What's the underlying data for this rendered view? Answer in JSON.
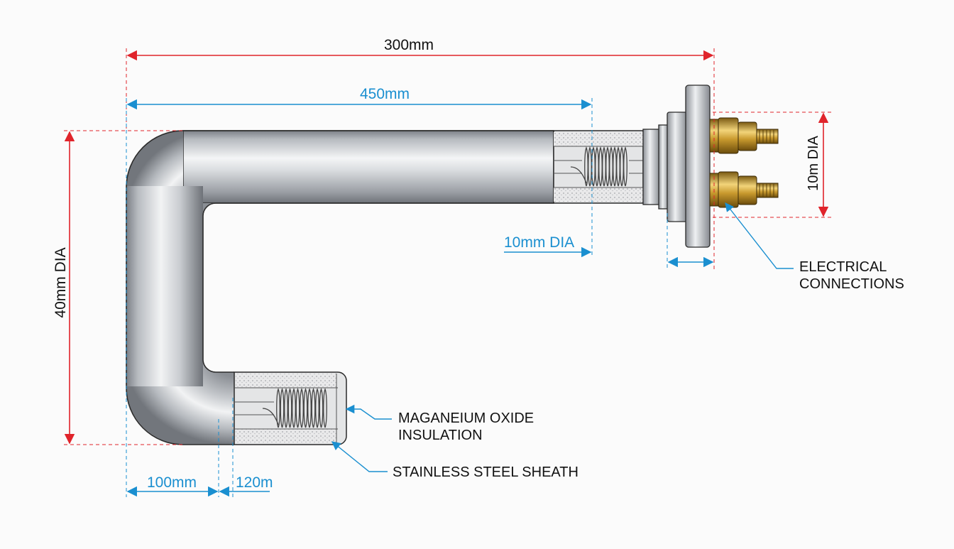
{
  "dimensions": {
    "overall_length": "300mm",
    "heated_length": "450mm",
    "sheath_diameter": "10mm DIA",
    "bend_height": "40mm DIA",
    "terminal_span": "10m DIA",
    "bend_radius": "100mm",
    "cold_zone": "120m"
  },
  "callouts": {
    "electrical_line1": "ELECTRICAL",
    "electrical_line2": "CONNECTIONS",
    "insulation_line1": "MAGANEIUM OXIDE",
    "insulation_line2": "INSULATION",
    "sheath": "STAINLESS STEEL SHEATH"
  },
  "colors": {
    "dimension_red": "#e0242b",
    "dimension_blue": "#1a8fd0",
    "steel": "#c9ccd0",
    "brass": "#c99a2e"
  }
}
